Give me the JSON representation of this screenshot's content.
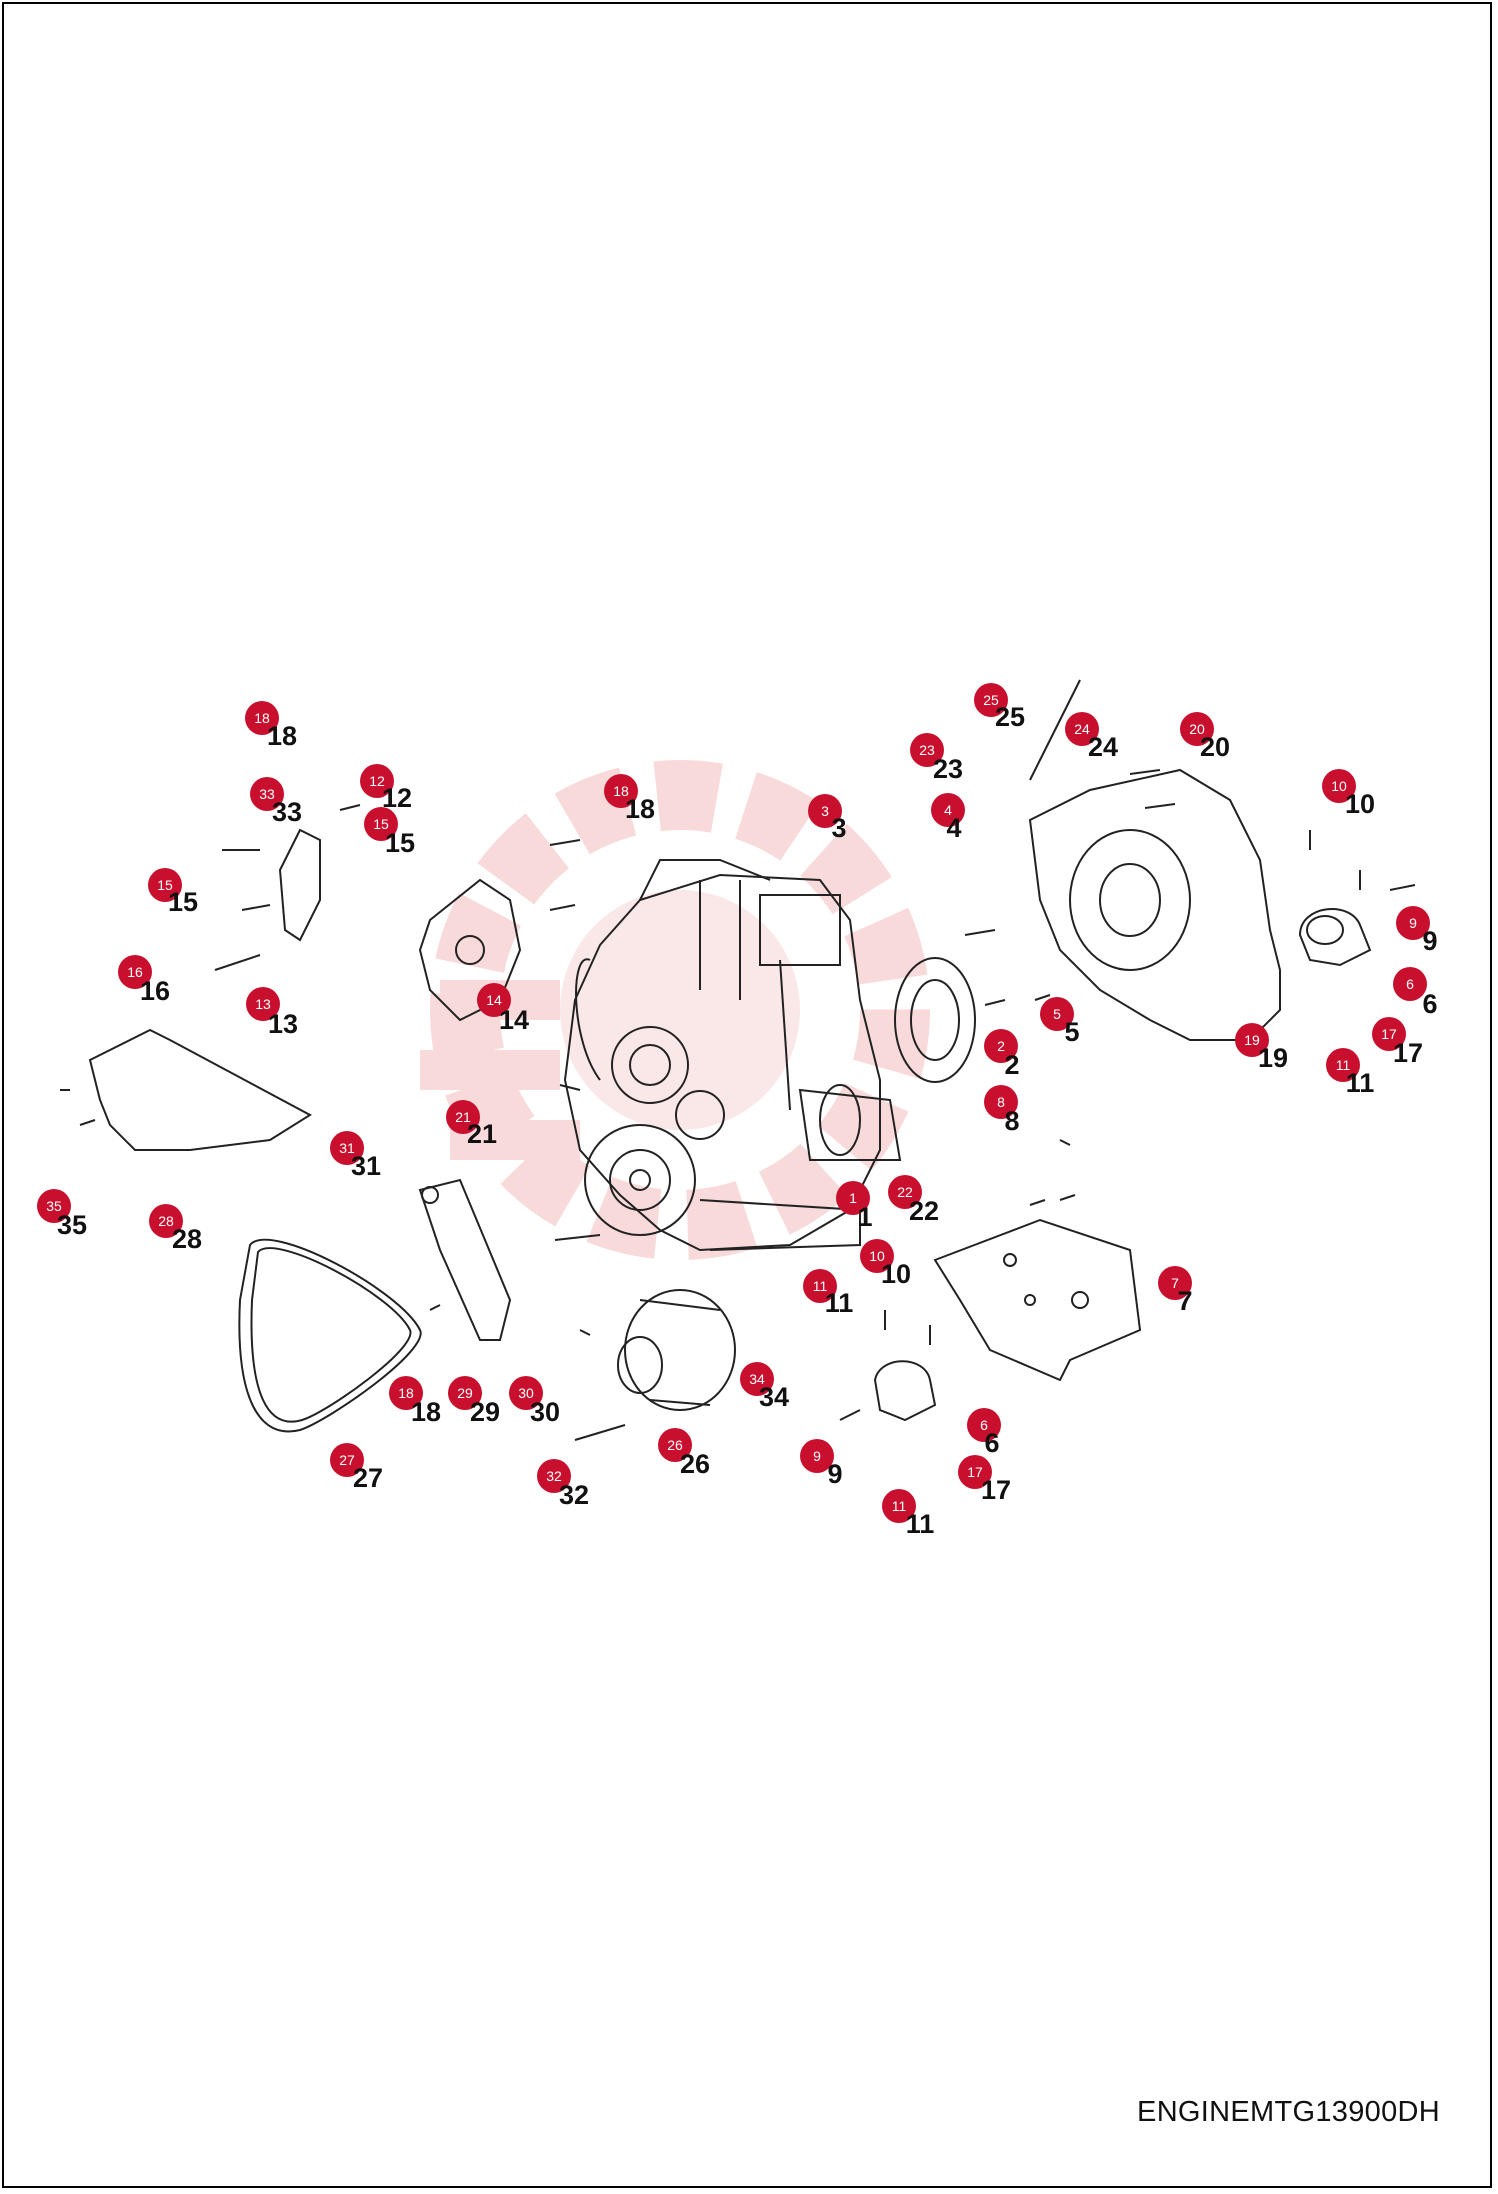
{
  "drawing_code": "ENGINEMTG13900DH",
  "marker_color": "#c8102e",
  "watermark_color": "#f4c9c9",
  "callouts": [
    {
      "n": "18"
    },
    {
      "n": "33"
    },
    {
      "n": "12"
    },
    {
      "n": "15"
    },
    {
      "n": "15"
    },
    {
      "n": "16"
    },
    {
      "n": "13"
    },
    {
      "n": "18"
    },
    {
      "n": "14"
    },
    {
      "n": "3"
    },
    {
      "n": "4"
    },
    {
      "n": "25"
    },
    {
      "n": "24"
    },
    {
      "n": "23"
    },
    {
      "n": "20"
    },
    {
      "n": "10"
    },
    {
      "n": "9"
    },
    {
      "n": "6"
    },
    {
      "n": "17"
    },
    {
      "n": "11"
    },
    {
      "n": "19"
    },
    {
      "n": "5"
    },
    {
      "n": "2"
    },
    {
      "n": "8"
    },
    {
      "n": "22"
    },
    {
      "n": "1"
    },
    {
      "n": "21"
    },
    {
      "n": "31"
    },
    {
      "n": "28"
    },
    {
      "n": "35"
    },
    {
      "n": "7"
    },
    {
      "n": "10"
    },
    {
      "n": "11"
    },
    {
      "n": "34"
    },
    {
      "n": "6"
    },
    {
      "n": "9"
    },
    {
      "n": "17"
    },
    {
      "n": "11"
    },
    {
      "n": "26"
    },
    {
      "n": "32"
    },
    {
      "n": "30"
    },
    {
      "n": "29"
    },
    {
      "n": "18"
    },
    {
      "n": "27"
    }
  ]
}
